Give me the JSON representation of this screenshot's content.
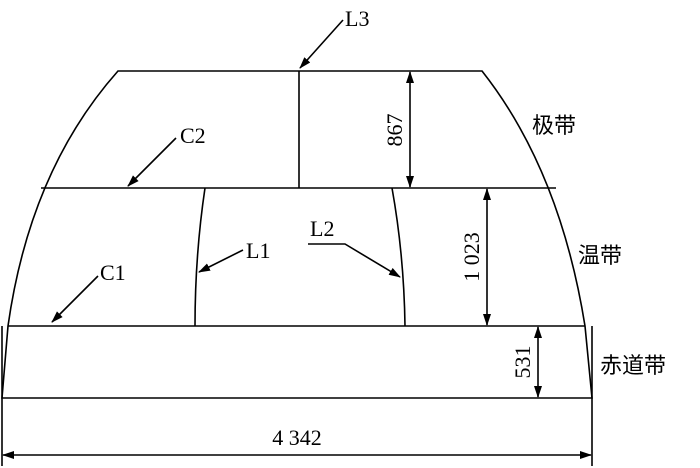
{
  "labels": {
    "L1": "L1",
    "L2": "L2",
    "L3": "L3",
    "C1": "C1",
    "C2": "C2"
  },
  "zones": {
    "polar": "极带",
    "temperate": "温带",
    "equatorial": "赤道带"
  },
  "dimensions": {
    "polar_height": "867",
    "temperate_height": "1 023",
    "equatorial_height": "531",
    "total_width": "4 342"
  }
}
